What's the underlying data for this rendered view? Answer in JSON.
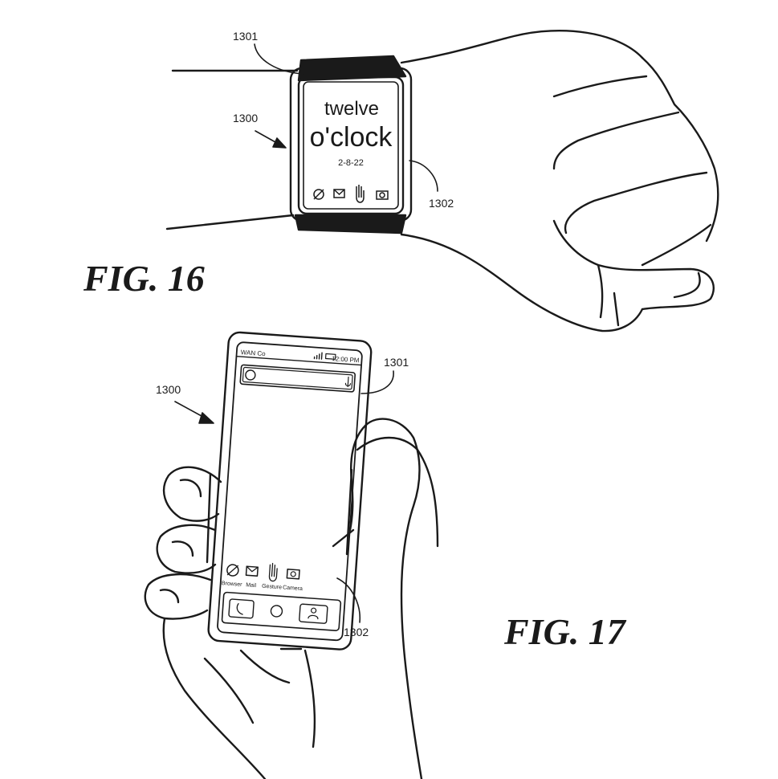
{
  "figures": [
    {
      "label": "FIG. 16",
      "device": "smartwatch",
      "refs": {
        "device": "1300",
        "band": "1301",
        "display": "1302"
      },
      "screen": {
        "line1": "twelve",
        "line2": "o'clock",
        "date": "2-8-22",
        "icons": [
          "browser-icon",
          "mail-icon",
          "gesture-icon",
          "camera-icon"
        ]
      }
    },
    {
      "label": "FIG. 17",
      "device": "smartphone",
      "refs": {
        "device": "1300",
        "housing": "1301",
        "display": "1302"
      },
      "screen": {
        "carrier": "WAN Co",
        "time": "12:00 PM",
        "apps": [
          {
            "label": "Browser",
            "icon": "browser-icon"
          },
          {
            "label": "Mail",
            "icon": "mail-icon"
          },
          {
            "label": "Gesture",
            "icon": "gesture-icon"
          },
          {
            "label": "Camera",
            "icon": "camera-icon"
          }
        ],
        "dock": [
          "phone-icon",
          "home-icon",
          "contacts-icon"
        ]
      }
    }
  ],
  "colors": {
    "ink": "#1a1a1a",
    "paper": "#ffffff"
  }
}
